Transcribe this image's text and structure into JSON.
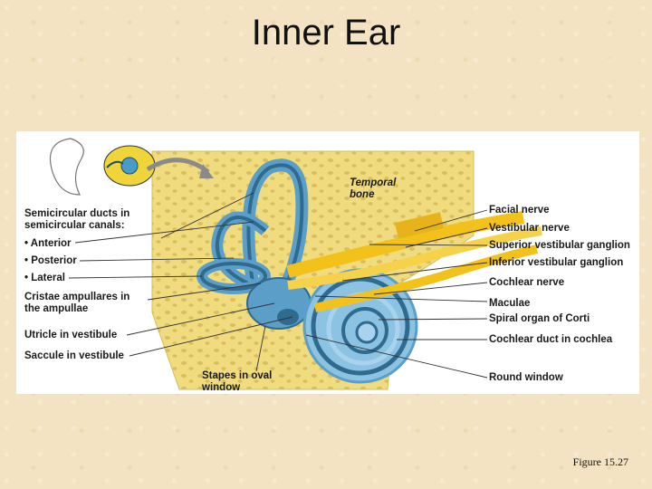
{
  "title": "Inner Ear",
  "figure": {
    "labels_left": {
      "semicircular_ducts": "Semicircular ducts in semicircular canals:",
      "anterior": "• Anterior",
      "posterior": "• Posterior",
      "lateral": "• Lateral",
      "cristae": "Cristae ampullares in the ampullae",
      "utricle": "Utricle in vestibule",
      "saccule": "Saccule in vestibule"
    },
    "labels_bottom": {
      "stapes": "Stapes in oval window"
    },
    "labels_inner": {
      "temporal_bone": "Temporal bone"
    },
    "labels_right": {
      "facial_nerve": "Facial nerve",
      "vestibular_nerve": "Vestibular nerve",
      "superior_ganglion": "Superior vestibular ganglion",
      "inferior_ganglion": "Inferior vestibular ganglion",
      "cochlear_nerve": "Cochlear nerve",
      "maculae": "Maculae",
      "spiral_organ": "Spiral organ of Corti",
      "cochlear_duct": "Cochlear duct in cochlea",
      "round_window": "Round window"
    },
    "colors": {
      "bone": "#f0dc7e",
      "labyrinth": "#5b9fc8",
      "duct": "#2f6a8f",
      "nerve": "#f2c21a"
    }
  },
  "caption": "Figure 15.27"
}
